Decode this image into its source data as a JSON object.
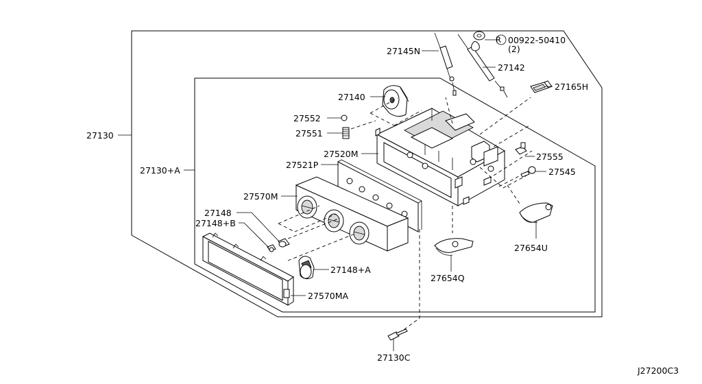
{
  "labels": {
    "p27130": "27130",
    "p27130a": "27130+A",
    "p27145n": "27145N",
    "p00922": "00922-50410",
    "p00922_qty": "(2)",
    "p00922_mark": "R",
    "p27142": "27142",
    "p27165h": "27165H",
    "p27140": "27140",
    "p27552": "27552",
    "p27551": "27551",
    "p27520m": "27520M",
    "p27521p": "27521P",
    "p27555": "27555",
    "p27545": "27545",
    "p27570m": "27570M",
    "p27148": "27148",
    "p27148b": "27148+B",
    "p27148a": "27148+A",
    "p27570ma": "27570MA",
    "p27654u": "27654U",
    "p27654q": "27654Q",
    "p27130c": "27130C"
  },
  "diagram_code": "J27200C3"
}
